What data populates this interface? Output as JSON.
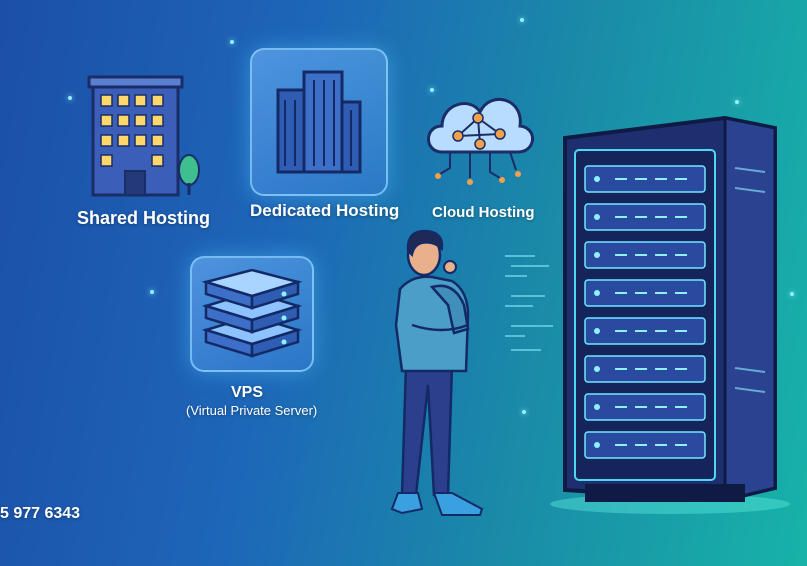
{
  "labels": {
    "shared_hosting": "Shared Hosting",
    "dedicated_hosting": "Dedicated Hosting",
    "cloud_hosting": "Cloud Hosting",
    "vps_title": "VPS",
    "vps_subtitle": "(Virtual Private Server)",
    "phone_fragment": "5 977 6343"
  },
  "icons": [
    "building-icon",
    "office-tower-icon",
    "cloud-network-icon",
    "server-stack-icon",
    "server-rack-icon",
    "person-thinking-figure"
  ],
  "colors": {
    "accent": "#8ff0ff",
    "bg_left": "#1c4fa8",
    "bg_right": "#17b3a8"
  }
}
